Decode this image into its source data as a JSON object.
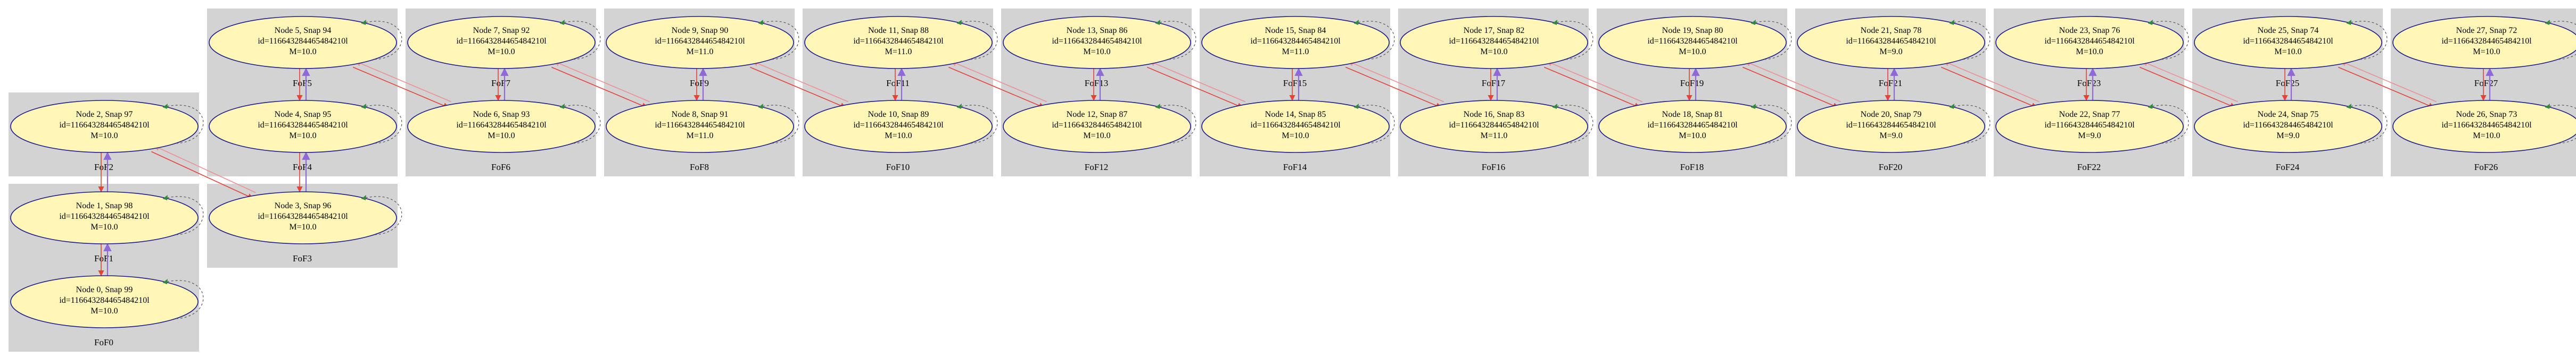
{
  "colors": {
    "cluster": "#d3d3d3",
    "node_fill": "#fff6b8",
    "node_stroke": "#1c1c8c",
    "edge_red": "#e8413a",
    "edge_pink": "#ee8f96",
    "edge_purple": "#8f6ad6",
    "loop_arrow": "#2e8b3e"
  },
  "clusters": [
    {
      "id": "c0",
      "label": "FoF0"
    },
    {
      "id": "c1",
      "label": "FoF1"
    },
    {
      "id": "c2",
      "label": "FoF2"
    },
    {
      "id": "c3",
      "label": "FoF3"
    },
    {
      "id": "c4",
      "label": "FoF4"
    },
    {
      "id": "c5",
      "label": "FoF5"
    },
    {
      "id": "c6",
      "label": "FoF6"
    },
    {
      "id": "c7",
      "label": "FoF7"
    },
    {
      "id": "c8",
      "label": "FoF8"
    },
    {
      "id": "c9",
      "label": "FoF9"
    },
    {
      "id": "c10",
      "label": "FoF10"
    },
    {
      "id": "c11",
      "label": "FoF11"
    },
    {
      "id": "c12",
      "label": "FoF12"
    },
    {
      "id": "c13",
      "label": "FoF13"
    },
    {
      "id": "c14",
      "label": "FoF14"
    },
    {
      "id": "c15",
      "label": "FoF15"
    },
    {
      "id": "c16",
      "label": "FoF16"
    },
    {
      "id": "c17",
      "label": "FoF17"
    },
    {
      "id": "c18",
      "label": "FoF18"
    },
    {
      "id": "c19",
      "label": "FoF19"
    },
    {
      "id": "c20",
      "label": "FoF20"
    },
    {
      "id": "c21",
      "label": "FoF21"
    },
    {
      "id": "c22",
      "label": "FoF22"
    },
    {
      "id": "c23",
      "label": "FoF23"
    },
    {
      "id": "c24",
      "label": "FoF24"
    },
    {
      "id": "c25",
      "label": "FoF25"
    },
    {
      "id": "c26",
      "label": "FoF26"
    },
    {
      "id": "c27",
      "label": "FoF27"
    }
  ],
  "nodes": [
    {
      "id": "n0",
      "cluster": "c0",
      "lines": [
        "Node 0, Snap 99",
        "id=116643284465484210l",
        "M=10.0"
      ]
    },
    {
      "id": "n1",
      "cluster": "c1",
      "lines": [
        "Node 1, Snap 98",
        "id=116643284465484210l",
        "M=10.0"
      ]
    },
    {
      "id": "n2",
      "cluster": "c2",
      "lines": [
        "Node 2, Snap 97",
        "id=116643284465484210l",
        "M=10.0"
      ]
    },
    {
      "id": "n3",
      "cluster": "c3",
      "lines": [
        "Node 3, Snap 96",
        "id=116643284465484210l",
        "M=10.0"
      ]
    },
    {
      "id": "n4",
      "cluster": "c4",
      "lines": [
        "Node 4, Snap 95",
        "id=116643284465484210l",
        "M=10.0"
      ]
    },
    {
      "id": "n5",
      "cluster": "c5",
      "lines": [
        "Node 5, Snap 94",
        "id=116643284465484210l",
        "M=10.0"
      ]
    },
    {
      "id": "n6",
      "cluster": "c6",
      "lines": [
        "Node 6, Snap 93",
        "id=116643284465484210l",
        "M=10.0"
      ]
    },
    {
      "id": "n7",
      "cluster": "c7",
      "lines": [
        "Node 7, Snap 92",
        "id=116643284465484210l",
        "M=10.0"
      ]
    },
    {
      "id": "n8",
      "cluster": "c8",
      "lines": [
        "Node 8, Snap 91",
        "id=116643284465484210l",
        "M=11.0"
      ]
    },
    {
      "id": "n9",
      "cluster": "c9",
      "lines": [
        "Node 9, Snap 90",
        "id=116643284465484210l",
        "M=11.0"
      ]
    },
    {
      "id": "n10",
      "cluster": "c10",
      "lines": [
        "Node 10, Snap 89",
        "id=116643284465484210l",
        "M=10.0"
      ]
    },
    {
      "id": "n11",
      "cluster": "c11",
      "lines": [
        "Node 11, Snap 88",
        "id=116643284465484210l",
        "M=11.0"
      ]
    },
    {
      "id": "n12",
      "cluster": "c12",
      "lines": [
        "Node 12, Snap 87",
        "id=116643284465484210l",
        "M=10.0"
      ]
    },
    {
      "id": "n13",
      "cluster": "c13",
      "lines": [
        "Node 13, Snap 86",
        "id=116643284465484210l",
        "M=10.0"
      ]
    },
    {
      "id": "n14",
      "cluster": "c14",
      "lines": [
        "Node 14, Snap 85",
        "id=116643284465484210l",
        "M=10.0"
      ]
    },
    {
      "id": "n15",
      "cluster": "c15",
      "lines": [
        "Node 15, Snap 84",
        "id=116643284465484210l",
        "M=11.0"
      ]
    },
    {
      "id": "n16",
      "cluster": "c16",
      "lines": [
        "Node 16, Snap 83",
        "id=116643284465484210l",
        "M=11.0"
      ]
    },
    {
      "id": "n17",
      "cluster": "c17",
      "lines": [
        "Node 17, Snap 82",
        "id=116643284465484210l",
        "M=10.0"
      ]
    },
    {
      "id": "n18",
      "cluster": "c18",
      "lines": [
        "Node 18, Snap 81",
        "id=116643284465484210l",
        "M=10.0"
      ]
    },
    {
      "id": "n19",
      "cluster": "c19",
      "lines": [
        "Node 19, Snap 80",
        "id=116643284465484210l",
        "M=10.0"
      ]
    },
    {
      "id": "n20",
      "cluster": "c20",
      "lines": [
        "Node 20, Snap 79",
        "id=116643284465484210l",
        "M=9.0"
      ]
    },
    {
      "id": "n21",
      "cluster": "c21",
      "lines": [
        "Node 21, Snap 78",
        "id=116643284465484210l",
        "M=9.0"
      ]
    },
    {
      "id": "n22",
      "cluster": "c22",
      "lines": [
        "Node 22, Snap 77",
        "id=116643284465484210l",
        "M=9.0"
      ]
    },
    {
      "id": "n23",
      "cluster": "c23",
      "lines": [
        "Node 23, Snap 76",
        "id=116643284465484210l",
        "M=10.0"
      ]
    },
    {
      "id": "n24",
      "cluster": "c24",
      "lines": [
        "Node 24, Snap 75",
        "id=116643284465484210l",
        "M=9.0"
      ]
    },
    {
      "id": "n25",
      "cluster": "c25",
      "lines": [
        "Node 25, Snap 74",
        "id=116643284465484210l",
        "M=10.0"
      ]
    },
    {
      "id": "n26",
      "cluster": "c26",
      "lines": [
        "Node 26, Snap 73",
        "id=116643284465484210l",
        "M=10.0"
      ]
    },
    {
      "id": "n27",
      "cluster": "c27",
      "lines": [
        "Node 27, Snap 72",
        "id=116643284465484210l",
        "M=10.0"
      ]
    }
  ],
  "edges": [
    {
      "from": "n0",
      "to": "n1",
      "style": "purple"
    },
    {
      "from": "n1",
      "to": "n0",
      "style": "red"
    },
    {
      "from": "n1",
      "to": "n2",
      "style": "purple"
    },
    {
      "from": "n2",
      "to": "n1",
      "style": "red"
    },
    {
      "from": "n2",
      "to": "n3",
      "style": "red"
    },
    {
      "from": "n3",
      "to": "n2",
      "style": "pink"
    },
    {
      "from": "n3",
      "to": "n4",
      "style": "purple"
    },
    {
      "from": "n4",
      "to": "n3",
      "style": "red"
    },
    {
      "from": "n4",
      "to": "n5",
      "style": "purple"
    },
    {
      "from": "n5",
      "to": "n4",
      "style": "red"
    },
    {
      "from": "n5",
      "to": "n6",
      "style": "red"
    },
    {
      "from": "n6",
      "to": "n5",
      "style": "pink"
    },
    {
      "from": "n6",
      "to": "n7",
      "style": "purple"
    },
    {
      "from": "n7",
      "to": "n6",
      "style": "red"
    },
    {
      "from": "n7",
      "to": "n8",
      "style": "red"
    },
    {
      "from": "n8",
      "to": "n7",
      "style": "pink"
    },
    {
      "from": "n8",
      "to": "n9",
      "style": "purple"
    },
    {
      "from": "n9",
      "to": "n8",
      "style": "red"
    },
    {
      "from": "n9",
      "to": "n10",
      "style": "red"
    },
    {
      "from": "n10",
      "to": "n9",
      "style": "pink"
    },
    {
      "from": "n10",
      "to": "n11",
      "style": "purple"
    },
    {
      "from": "n11",
      "to": "n10",
      "style": "red"
    },
    {
      "from": "n11",
      "to": "n12",
      "style": "red"
    },
    {
      "from": "n12",
      "to": "n11",
      "style": "pink"
    },
    {
      "from": "n12",
      "to": "n13",
      "style": "purple"
    },
    {
      "from": "n13",
      "to": "n12",
      "style": "red"
    },
    {
      "from": "n13",
      "to": "n14",
      "style": "red"
    },
    {
      "from": "n14",
      "to": "n13",
      "style": "pink"
    },
    {
      "from": "n14",
      "to": "n15",
      "style": "purple"
    },
    {
      "from": "n15",
      "to": "n14",
      "style": "red"
    },
    {
      "from": "n15",
      "to": "n16",
      "style": "red"
    },
    {
      "from": "n16",
      "to": "n15",
      "style": "pink"
    },
    {
      "from": "n16",
      "to": "n17",
      "style": "purple"
    },
    {
      "from": "n17",
      "to": "n16",
      "style": "red"
    },
    {
      "from": "n17",
      "to": "n18",
      "style": "red"
    },
    {
      "from": "n18",
      "to": "n17",
      "style": "pink"
    },
    {
      "from": "n18",
      "to": "n19",
      "style": "purple"
    },
    {
      "from": "n19",
      "to": "n18",
      "style": "red"
    },
    {
      "from": "n19",
      "to": "n20",
      "style": "red"
    },
    {
      "from": "n20",
      "to": "n19",
      "style": "pink"
    },
    {
      "from": "n20",
      "to": "n21",
      "style": "purple"
    },
    {
      "from": "n21",
      "to": "n20",
      "style": "red"
    },
    {
      "from": "n21",
      "to": "n22",
      "style": "red"
    },
    {
      "from": "n22",
      "to": "n21",
      "style": "pink"
    },
    {
      "from": "n22",
      "to": "n23",
      "style": "purple"
    },
    {
      "from": "n23",
      "to": "n22",
      "style": "red"
    },
    {
      "from": "n23",
      "to": "n24",
      "style": "red"
    },
    {
      "from": "n24",
      "to": "n23",
      "style": "pink"
    },
    {
      "from": "n24",
      "to": "n25",
      "style": "purple"
    },
    {
      "from": "n25",
      "to": "n24",
      "style": "red"
    },
    {
      "from": "n25",
      "to": "n26",
      "style": "red"
    },
    {
      "from": "n26",
      "to": "n25",
      "style": "pink"
    },
    {
      "from": "n26",
      "to": "n27",
      "style": "purple"
    },
    {
      "from": "n27",
      "to": "n26",
      "style": "red"
    }
  ]
}
